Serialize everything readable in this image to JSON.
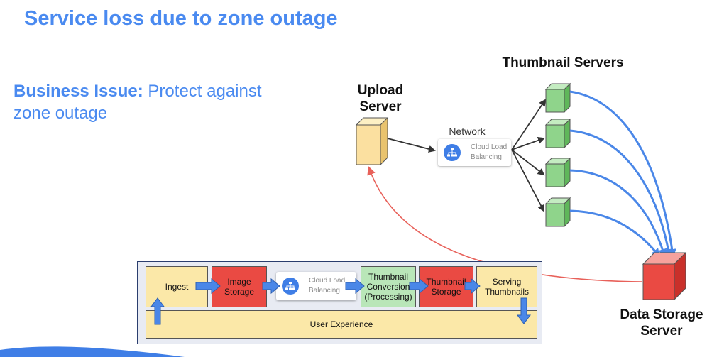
{
  "slide": {
    "title": "Service loss due to zone outage",
    "business_issue_label": "Business Issue:",
    "business_issue_text": "Protect against zone outage"
  },
  "diagram": {
    "upload_server_label": "Upload Server",
    "network_label": "Network",
    "load_balancer": {
      "line1": "Cloud Load",
      "line2": "Balancing"
    },
    "thumbnail_servers_label": "Thumbnail Servers",
    "data_storage_label": "Data Storage Server"
  },
  "pipeline": {
    "ingest": "Ingest",
    "image_storage": "Image Storage",
    "load_balancer": {
      "line1": "Cloud Load",
      "line2": "Balancing"
    },
    "thumbnail_conversion": "Thumbnail Conversion (Processing)",
    "thumbnail_storage": "Thumbnail Storage",
    "serving_thumbnails": "Serving Thumbnails",
    "user_experience": "User Experience"
  },
  "colors": {
    "title_blue": "#4a8af0",
    "arrow_blue": "#4a87e8",
    "arrow_red": "#e8615a",
    "server_yellow": "#fbe0a0",
    "server_green": "#8fd48b",
    "storage_red": "#ea4a43"
  }
}
